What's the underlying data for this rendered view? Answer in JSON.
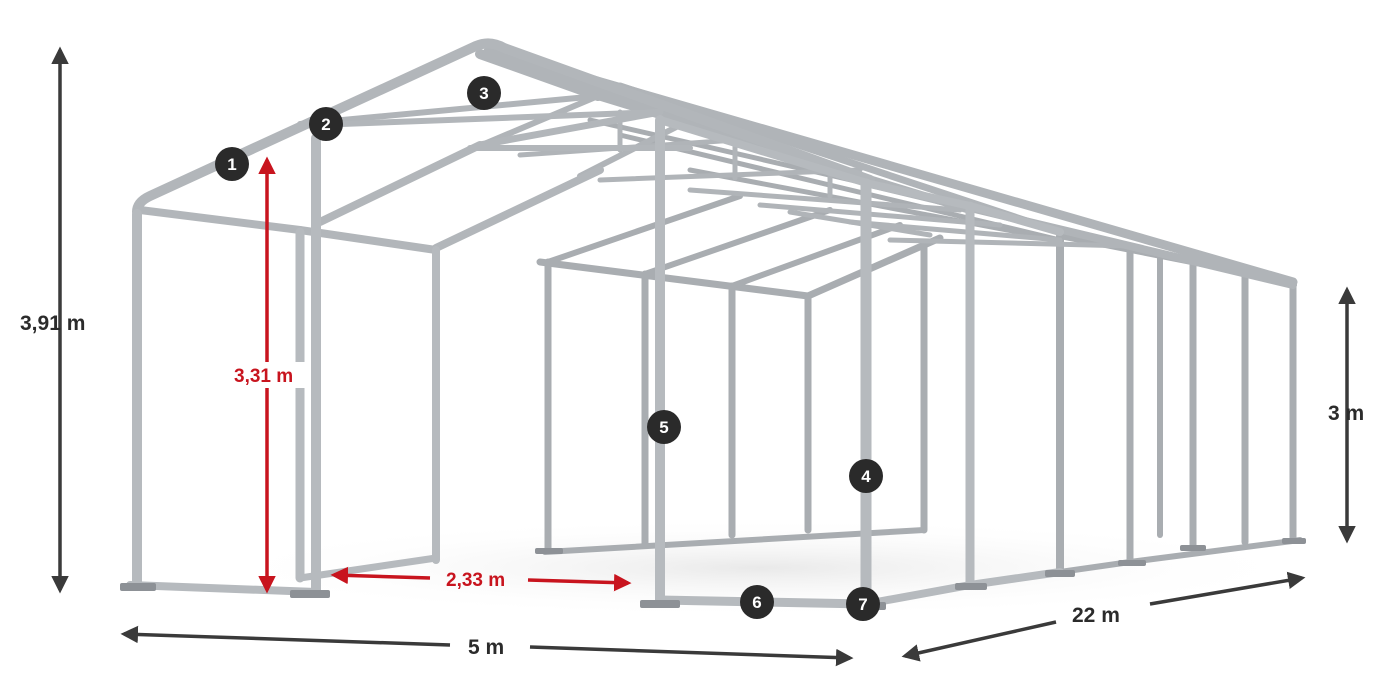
{
  "dimensions": {
    "total_height": "3,91 m",
    "side_height": "3 m",
    "inner_height": "3,31 m",
    "door_width": "2,33 m",
    "width": "5 m",
    "length": "22 m"
  },
  "badges": [
    "1",
    "2",
    "3",
    "4",
    "5",
    "6",
    "7"
  ],
  "colors": {
    "frame": "#b4b8bc",
    "frame_dark": "#8d9196",
    "dimension_line": "#3a3a3a",
    "accent_red": "#c8141e",
    "badge_fill": "#2a2a2a"
  }
}
